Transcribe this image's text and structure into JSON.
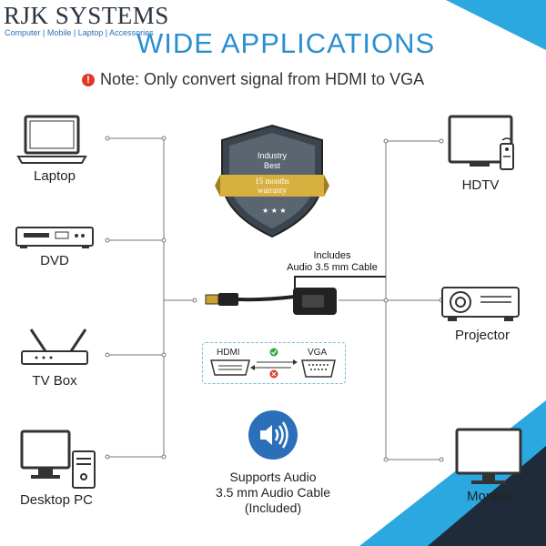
{
  "brand": {
    "name": "RJK SYSTEMS",
    "tagline": "Computer | Mobile | Laptop | Accessories"
  },
  "headline": "WIDE APPLICATIONS",
  "note": {
    "icon": "!",
    "text": "Note: Only convert signal from HDMI to VGA"
  },
  "badge": {
    "line1": "Industry",
    "line2": "Best",
    "ribbon_line1": "15 months",
    "ribbon_line2": "warranty"
  },
  "devices_left": [
    {
      "label": "Laptop",
      "icon": "laptop-icon"
    },
    {
      "label": "DVD",
      "icon": "dvd-player-icon"
    },
    {
      "label": "TV Box",
      "icon": "tv-box-icon"
    },
    {
      "label": "Desktop PC",
      "icon": "desktop-pc-icon"
    }
  ],
  "devices_right": [
    {
      "label": "HDTV",
      "icon": "hdtv-icon"
    },
    {
      "label": "Projector",
      "icon": "projector-icon"
    },
    {
      "label": "Monitor",
      "icon": "monitor-icon"
    }
  ],
  "cable": {
    "label_line1": "Includes",
    "label_line2": "Audio 3.5 mm Cable"
  },
  "conversion": {
    "from": "HDMI",
    "to": "VGA"
  },
  "audio": {
    "line1": "Supports Audio",
    "line2": "3.5 mm Audio Cable",
    "line3": "(Included)"
  },
  "colors": {
    "accent_blue": "#2b8fcf",
    "dark_triangle": "#1f2b3a",
    "light_triangle": "#2aa8df",
    "badge_gold": "#c9a230"
  }
}
